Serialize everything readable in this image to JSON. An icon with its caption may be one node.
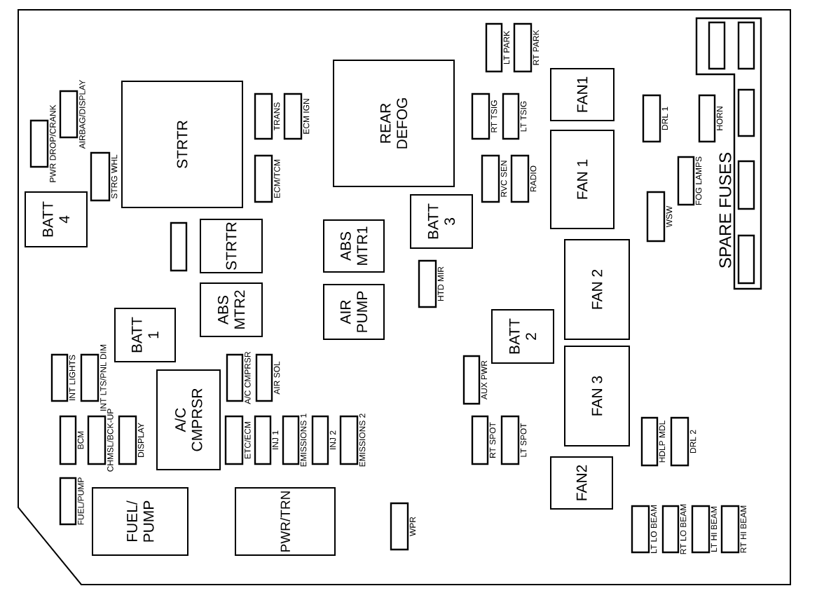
{
  "diagram": {
    "nodes": [
      {
        "text": [],
        "shape": "box",
        "beside": [
          "LT PARK"
        ]
      },
      {
        "text": [],
        "shape": "box",
        "beside": [
          "RT PARK"
        ]
      },
      {
        "text": [
          "SPARE FUSES"
        ]
      },
      {
        "text": [],
        "shape": "box",
        "in": 2
      },
      {
        "text": [],
        "shape": "box",
        "in": 2
      },
      {
        "text": [],
        "shape": "box",
        "in": 2
      },
      {
        "text": [],
        "shape": "box",
        "in": 2
      },
      {
        "text": [],
        "shape": "box",
        "in": 2
      },
      {
        "text": [
          "REAR DEFOG"
        ]
      },
      {
        "text": [
          "FAN1"
        ]
      },
      {
        "text": [
          "STRTR"
        ]
      },
      {
        "text": [],
        "shape": "box",
        "beside": [
          "AIRBAG/DISPLAY"
        ]
      },
      {
        "text": [],
        "shape": "box",
        "beside": [
          "TRANS"
        ]
      },
      {
        "text": [],
        "shape": "box",
        "beside": [
          "ECM IGN"
        ]
      },
      {
        "text": [],
        "shape": "box",
        "beside": [
          "RT TSIG"
        ]
      },
      {
        "text": [],
        "shape": "box",
        "beside": [
          "LT TSIG"
        ]
      },
      {
        "text": [],
        "shape": "box",
        "beside": [
          "DRL 1"
        ]
      },
      {
        "text": [],
        "shape": "box",
        "beside": [
          "HORN"
        ]
      },
      {
        "text": [],
        "shape": "box",
        "beside": [
          "PWR DROP/CRANK"
        ]
      },
      {
        "text": [
          "FAN 1"
        ]
      },
      {
        "text": [],
        "shape": "box",
        "beside": [
          "STRG WHL"
        ]
      },
      {
        "text": [],
        "shape": "box",
        "beside": [
          "ECM/TCM"
        ]
      },
      {
        "text": [],
        "shape": "box",
        "beside": [
          "RVC SEN"
        ]
      },
      {
        "text": [],
        "shape": "box",
        "beside": [
          "RADIO"
        ]
      },
      {
        "text": [],
        "shape": "box",
        "beside": [
          "FOG LAMPS"
        ]
      },
      {
        "text": [
          "BATT 4"
        ]
      },
      {
        "text": [],
        "shape": "box",
        "beside": [
          "WSW"
        ]
      },
      {
        "text": [
          "BATT 3"
        ]
      },
      {
        "text": [],
        "shape": "box"
      },
      {
        "text": [
          "STRTR"
        ]
      },
      {
        "text": [
          "ABS MTR1"
        ]
      },
      {
        "text": [
          "FAN 2"
        ]
      },
      {
        "text": [],
        "shape": "box",
        "beside": [
          "HTD MIR"
        ]
      },
      {
        "text": [
          "ABS MTR2"
        ]
      },
      {
        "text": [
          "AIR PUMP"
        ]
      },
      {
        "text": [
          "BATT 1"
        ]
      },
      {
        "text": [
          "BATT 2"
        ]
      },
      {
        "text": [
          "FAN 3"
        ]
      },
      {
        "text": [],
        "shape": "box",
        "beside": [
          "INT LIGHTS"
        ]
      },
      {
        "text": [],
        "shape": "box",
        "beside": [
          "INT LTS/PNL DIM"
        ]
      },
      {
        "text": [],
        "shape": "box",
        "beside": [
          "A/C CMPRSR"
        ]
      },
      {
        "text": [],
        "shape": "box",
        "beside": [
          "AIR SOL"
        ]
      },
      {
        "text": [],
        "shape": "box",
        "beside": [
          "AUX PWR"
        ]
      },
      {
        "text": [
          "A/C CMPRSR"
        ]
      },
      {
        "text": [],
        "shape": "box",
        "beside": [
          "BCM"
        ]
      },
      {
        "text": [],
        "shape": "box",
        "beside": [
          "CHMSL/BCK-UP"
        ]
      },
      {
        "text": [],
        "shape": "box",
        "beside": [
          "DISPLAY"
        ]
      },
      {
        "text": [],
        "shape": "box",
        "beside": [
          "ETC/ECM"
        ]
      },
      {
        "text": [],
        "shape": "box",
        "beside": [
          "INJ 1"
        ]
      },
      {
        "text": [],
        "shape": "box",
        "beside": [
          "EMISSIONS 1"
        ]
      },
      {
        "text": [],
        "shape": "box",
        "beside": [
          "INJ 2"
        ]
      },
      {
        "text": [],
        "shape": "box",
        "beside": [
          "EMISSIONS 2"
        ]
      },
      {
        "text": [],
        "shape": "box",
        "beside": [
          "RT SPOT"
        ]
      },
      {
        "text": [],
        "shape": "box",
        "beside": [
          "LT SPOT"
        ]
      },
      {
        "text": [],
        "shape": "box",
        "beside": [
          "HDLP MDL"
        ]
      },
      {
        "text": [],
        "shape": "box",
        "beside": [
          "DRL 2"
        ]
      },
      {
        "text": [
          "FAN2"
        ]
      },
      {
        "text": [],
        "shape": "box",
        "beside": [
          "FUEL/PUMP"
        ]
      },
      {
        "text": [
          "FUEL/ PUMP"
        ]
      },
      {
        "text": [
          "PWR/TRN"
        ]
      },
      {
        "text": [],
        "shape": "box",
        "beside": [
          "WPR"
        ]
      },
      {
        "text": [],
        "shape": "box",
        "beside": [
          "LT LO BEAM"
        ]
      },
      {
        "text": [],
        "shape": "box",
        "beside": [
          "RT LO BEAM"
        ]
      },
      {
        "text": [],
        "shape": "box",
        "beside": [
          "LT HI BEAM"
        ]
      },
      {
        "text": [],
        "shape": "box",
        "beside": [
          "RT HI BEAM"
        ]
      }
    ]
  }
}
